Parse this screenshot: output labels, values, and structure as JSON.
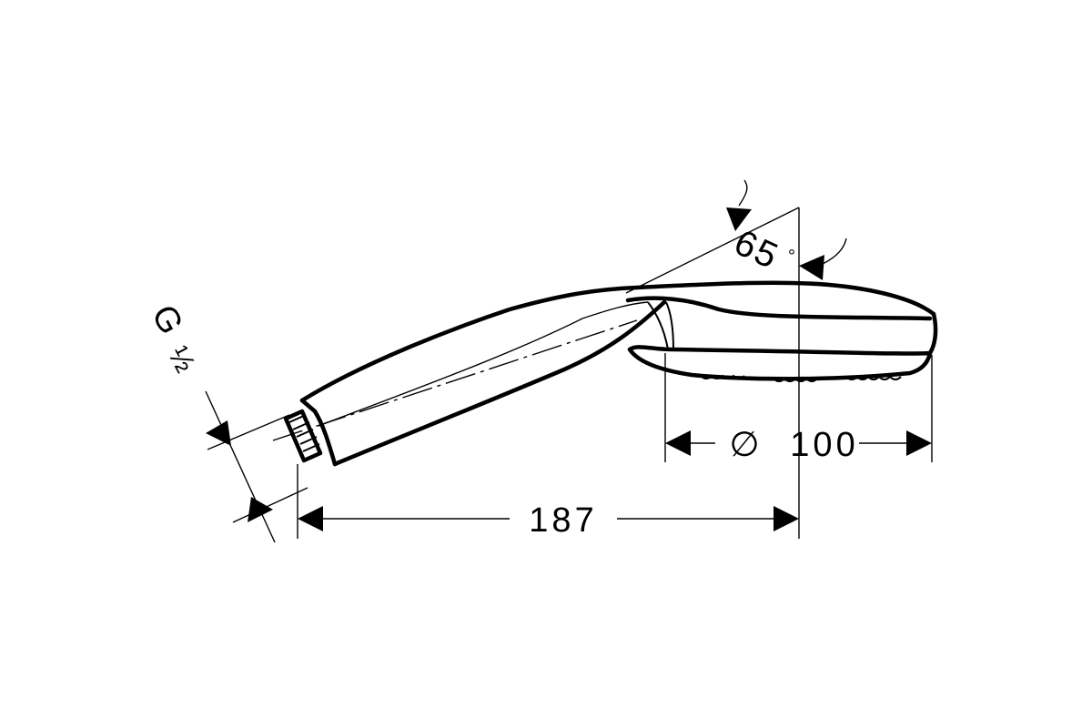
{
  "drawing": {
    "dimensions": {
      "length": "187",
      "diameter_symbol": "∅",
      "diameter": "100",
      "angle": "65",
      "angle_unit": "°",
      "thread_letter": "G",
      "thread_size": "½"
    },
    "colors": {
      "line": "#000000",
      "background": "#ffffff"
    }
  }
}
